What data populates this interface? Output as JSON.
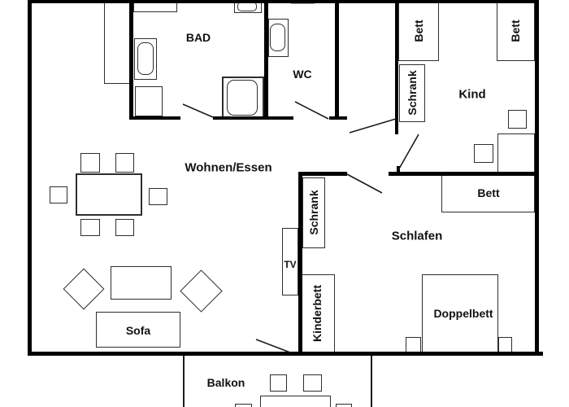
{
  "floorplan": {
    "room_labels": {
      "bad": "BAD",
      "wc": "WC",
      "wohnen_essen": "Wohnen/Essen",
      "kind": "Kind",
      "schlafen": "Schlafen",
      "balkon": "Balkon"
    },
    "furniture_labels": {
      "bett": "Bett",
      "schrank": "Schrank",
      "kinderbett": "Kinderbett",
      "doppelbett": "Doppelbett",
      "sofa": "Sofa",
      "tv": "TV"
    },
    "colors": {
      "background": "#ffffff",
      "wall": "#000000",
      "furniture_border": "#2e2e2e",
      "text": "#111111"
    }
  }
}
